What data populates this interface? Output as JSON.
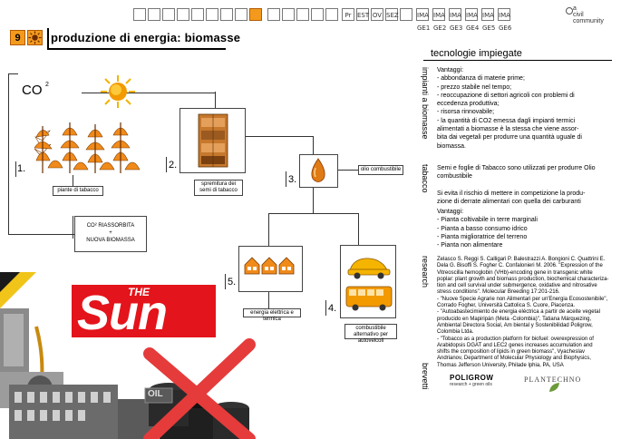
{
  "nav": {
    "icons": [
      "home-icon",
      "book-icon",
      "tree-icon",
      "shuffle-icon",
      "tap-icon",
      "plug-icon",
      "wind-icon",
      "tools-icon",
      "sun-icon",
      "folder-icon",
      "faucet-icon",
      "flask-icon",
      "ducks-icon",
      "trash-icon",
      "pr-icon",
      "est-icon",
      "ov-icon",
      "sez-icon",
      "tv-icon",
      "ima1-icon",
      "ima2-icon",
      "ima3-icon",
      "ima4-icon",
      "ima5-icon",
      "ima6-icon"
    ],
    "active_index": 8,
    "texts": [
      "",
      "",
      "",
      "",
      "",
      "",
      "",
      "",
      "",
      "",
      "",
      "",
      "",
      "",
      "Pr",
      "EST",
      "OV",
      "SEZ",
      "",
      "IMA GE1",
      "IMA GE2",
      "IMA GE3",
      "IMA GE4",
      "IMA GE5",
      "IMA GE6"
    ],
    "brand": [
      "a",
      "civil",
      "community"
    ]
  },
  "header": {
    "number": "9",
    "title": "produzione di energia: biomasse"
  },
  "diagram": {
    "co2": "CO",
    "co2_sup": "2",
    "steps": [
      {
        "num": "1.",
        "label": "piante di tabacco"
      },
      {
        "num": "2.",
        "label": "spremitura dei semi di tabacco"
      },
      {
        "num": "3.",
        "label": "olio combustibile"
      },
      {
        "num": "4.",
        "label": "combustibile alternativo per autoveicoli"
      },
      {
        "num": "5.",
        "label": "energia elettrica e termica"
      }
    ],
    "co2_absorbed": "CO² RIASSORBITA",
    "plus": "+",
    "new_biomass": "NUOVA BIOMASSA"
  },
  "collage": {
    "logo": "Sun",
    "logo_the": "THE",
    "oil": "OIL"
  },
  "right": {
    "section_title": "tecnologie impiegate",
    "vlabels": [
      "impianti a biomasse",
      "tabacco",
      "research",
      "brevetti"
    ],
    "vantaggi_1": {
      "heading": "Vantaggi:",
      "items": [
        "- abbondanza di materie prime;",
        "- prezzo stabile nel tempo;",
        "- reoccupazione di settori agricoli con problemi di",
        "  eccedenza produttiva;",
        "- risorsa rinnovabile;",
        "- la quantità di CO2 emessa dagli impianti termici",
        "alimentati a  biomasse è la stessa che viene assor-",
        "bita dai vegetali per produrre una quantità uguale di",
        "biomassa."
      ]
    },
    "tabacco": [
      "Semi e foglie di Tabacco sono utilizzati per produrre Olio",
      "combustibile",
      "",
      "Si evita il rischio di mettere in competizione la produ-",
      "zione di derrate alimentari con quella dei carburanti"
    ],
    "vantaggi_2": {
      "heading": "Vantaggi:",
      "items": [
        "- Pianta coltivabile in terre marginali",
        "- Pianta a basso consumo idrico",
        "- Pianta miglioratrice del terreno",
        "- Pianta non alimentare"
      ]
    },
    "research": [
      "Zelasco S. Reggi S. Calligari P. Balestrazzi A. Bongioni C. Quattrini E.",
      "Dela G. Bisoffi S. Fogher C. Confalonieri M. 2006. \"Expression of the",
      "Vitreoscilla hemoglobin (VHb)-encoding gene in transgenic white",
      "poplar: plant growth and biomass production, biochemical characteriza-",
      "tion and cell survival under submergence, oxidative and nitrosative",
      "stress conditions\". Molecular Breeding 17:201-216.",
      "- \"Nuove Specie Agrarie non Alimentari per un'Energia Ecosostenibile\",",
      "Corrado Fogher, Università Cattolica S. Cuore, Piacenza.",
      "- \"Autoabastecimiento de energia eléctrica a partir de aceite vegetal",
      "producido en Mapiripán (Meta -Colombia)\", Tatiana Márquezing,",
      "Ambiental Directora Social, Am biental y Sostenibilidad Poligrow,",
      "Colombia Ltda.",
      "- \"Tobacco as a production platform for biofuel: overexpression of",
      "Arabidopsis DGAT and LEC2 genes increases accumulation and",
      "shifts the composition of lipids in green biomass\", Vyacheslav",
      "Andrianov, Department of Molecular Physiology and Biophysics,",
      "Thomas Jefferson University, Philade lphia, PA, USA"
    ],
    "logo1": "POLIGROW",
    "logo1_sub": "research + green oils",
    "logo2": "PLANTECHNO"
  },
  "colors": {
    "accent_orange": "#f39a1e",
    "sun_red": "#e3141b",
    "leaf_orange": "#f08a1a",
    "cross_red": "#e53b3b"
  }
}
